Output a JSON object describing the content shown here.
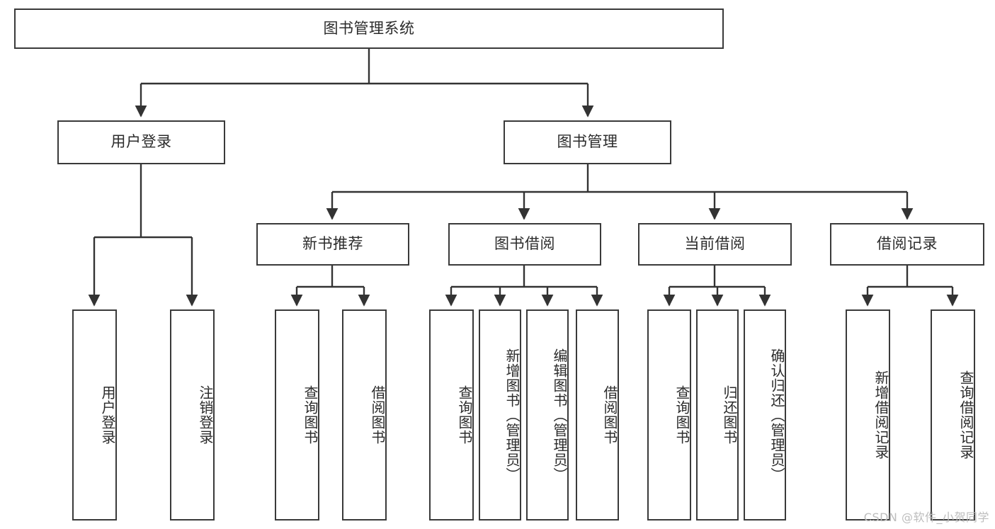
{
  "diagram": {
    "title": "图书管理系统",
    "watermark": "CSDN @软件_小贺同学",
    "colors": {
      "box_border": "#3a3a3a",
      "box_fill": "#ffffff",
      "edge": "#333333",
      "text": "#2b2b2b",
      "watermark": "#bdbdbd"
    },
    "nodes": {
      "root": "图书管理系统",
      "level2": {
        "user_login": "用户登录",
        "book_manage": "图书管理"
      },
      "level3": {
        "new_book_recommend": "新书推荐",
        "book_borrow": "图书借阅",
        "current_borrow": "当前借阅",
        "borrow_record": "借阅记录"
      },
      "leaves": {
        "user_login_1": "用户登录",
        "user_login_2": "注销登录",
        "new_book_1": "查询图书",
        "new_book_2": "借阅图书",
        "book_borrow_1": "查询图书",
        "book_borrow_2": "新增图书（管理员）",
        "book_borrow_3": "编辑图书（管理员）",
        "book_borrow_4": "借阅图书",
        "current_borrow_1": "查询图书",
        "current_borrow_2": "归还图书",
        "current_borrow_3": "确认归还（管理员）",
        "borrow_record_1": "新增借阅记录",
        "borrow_record_2": "查询借阅记录"
      }
    }
  }
}
